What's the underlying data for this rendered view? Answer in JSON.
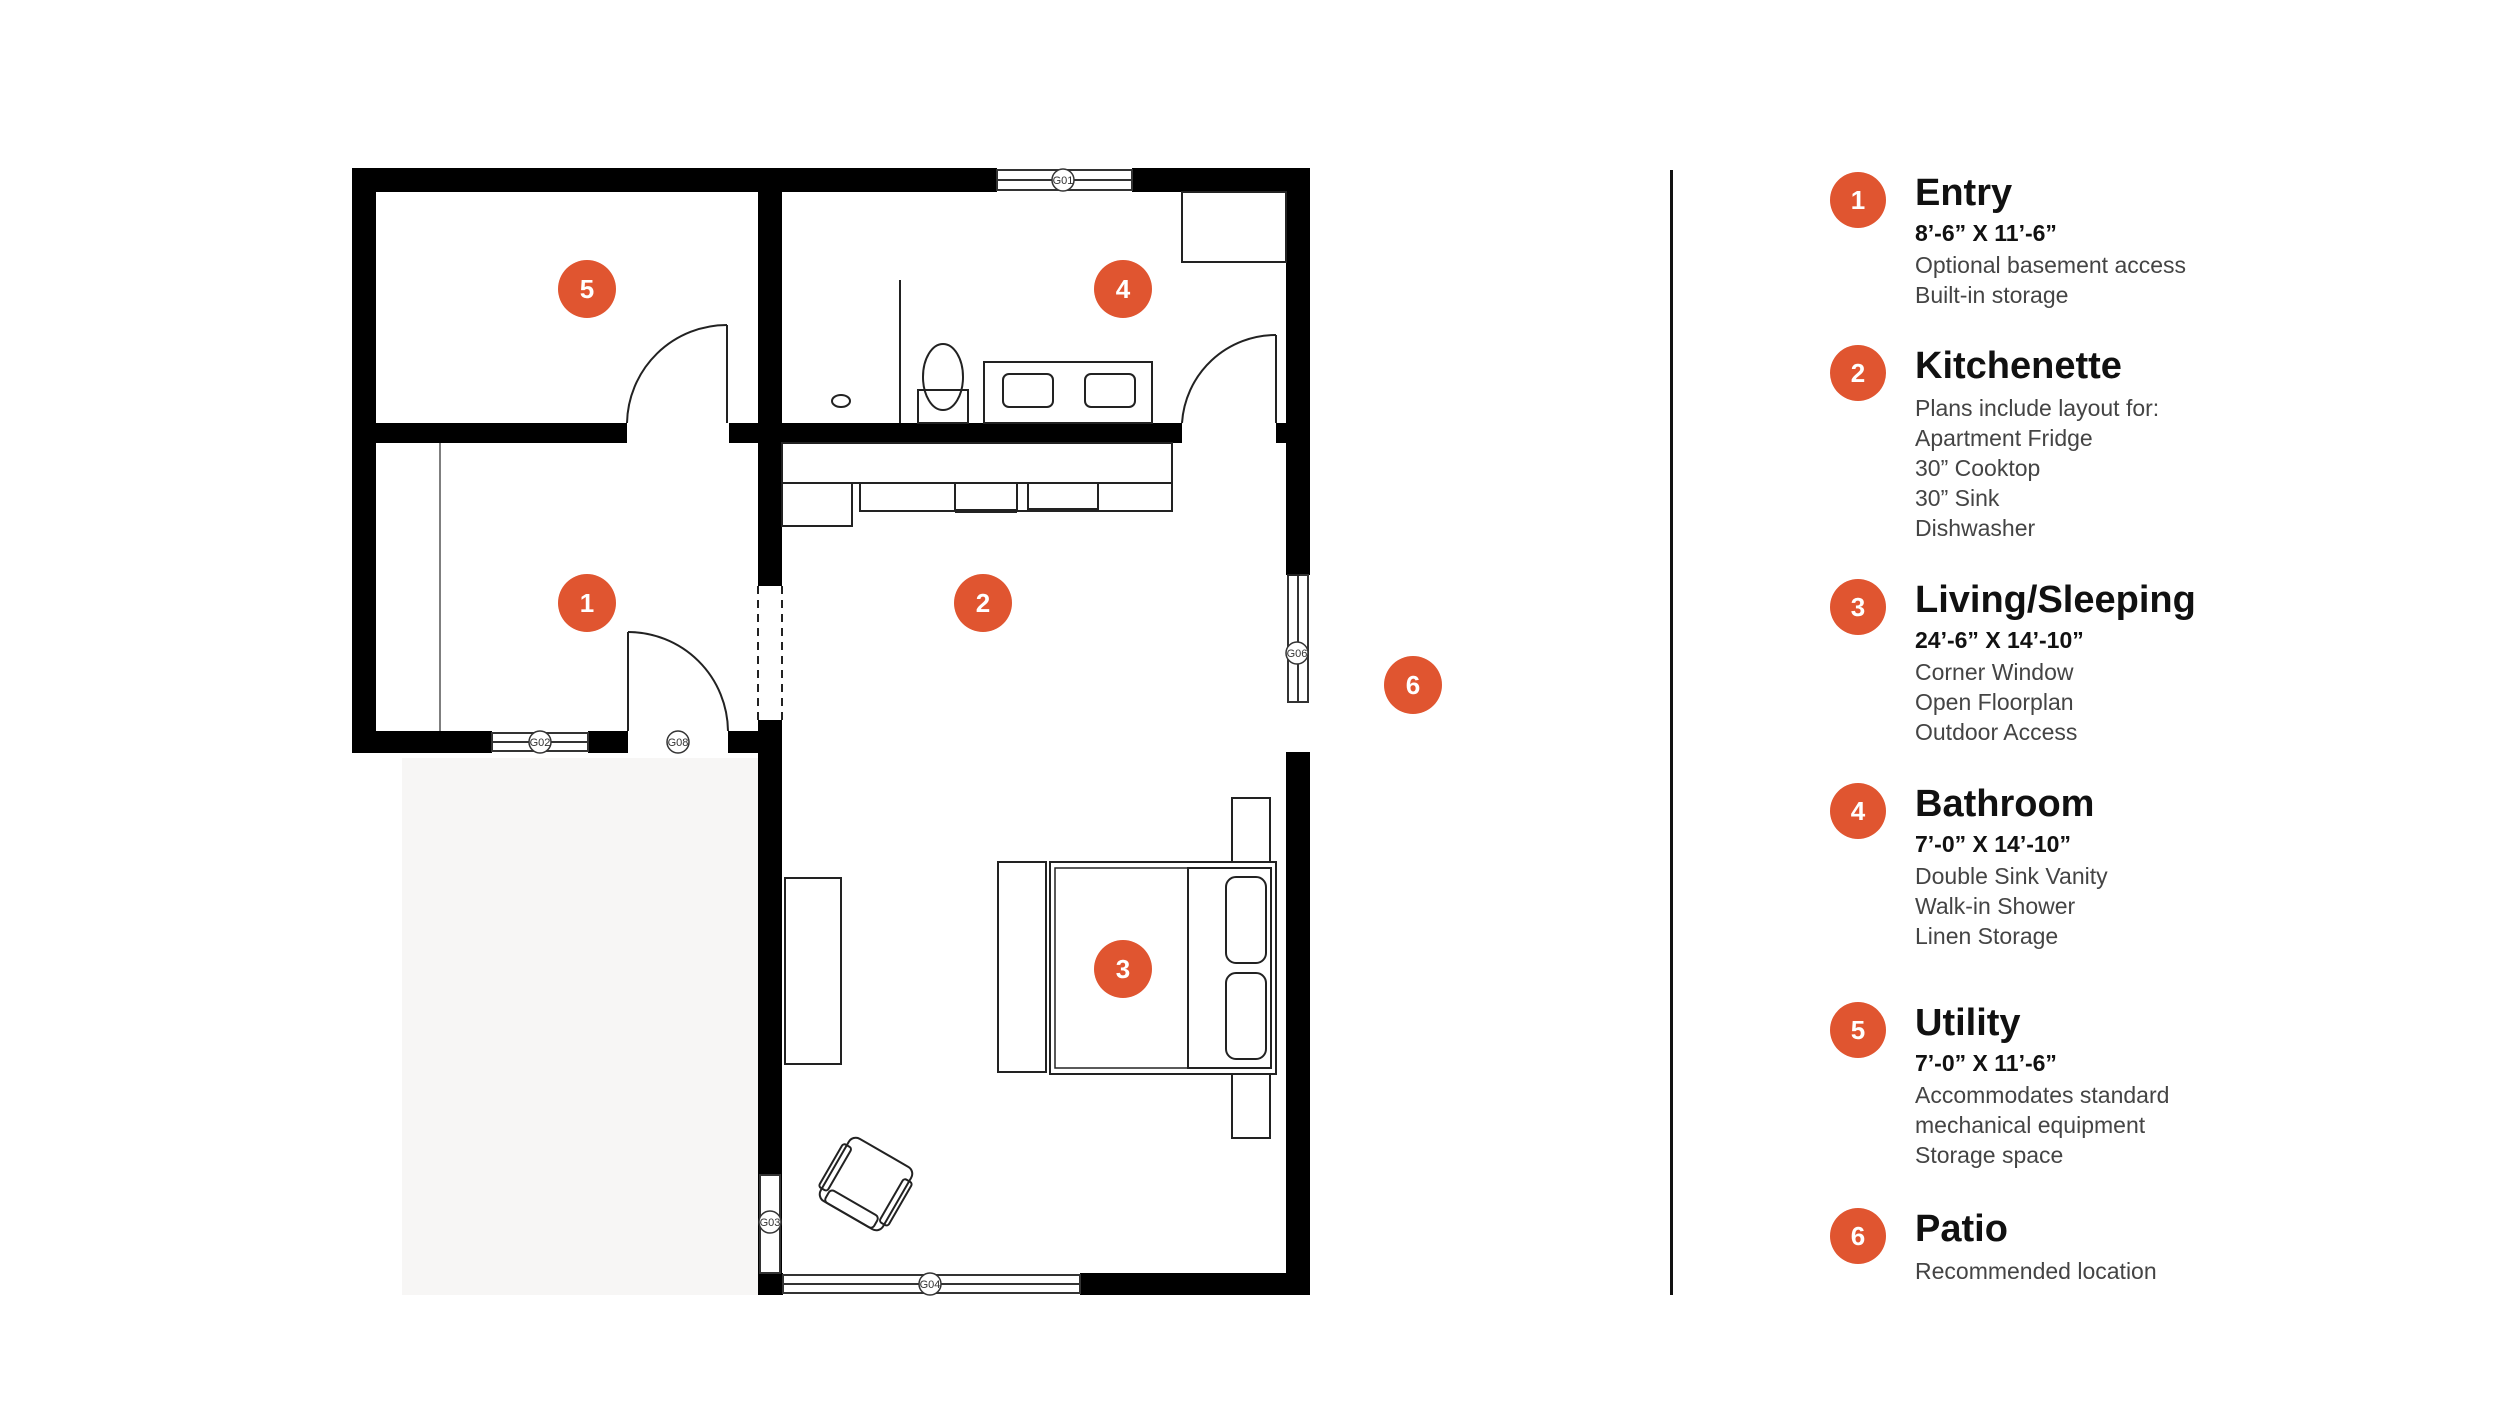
{
  "colors": {
    "accent": "#e05530",
    "wall": "#000000",
    "patio": "#f7f6f5"
  },
  "markers": {
    "utility": "5",
    "bathroom": "4",
    "entry": "1",
    "kitchenette": "2",
    "living": "3",
    "patio": "6"
  },
  "door_tags": {
    "top_window": "G01",
    "entry_window": "G02",
    "entry_door": "G08",
    "east_window": "G06",
    "west_window": "G03",
    "south_window": "G04"
  },
  "legend": {
    "entry": {
      "num": "1",
      "title": "Entry",
      "dims": "8’-6” X 11’-6”",
      "details": [
        "Optional basement access",
        "Built-in storage"
      ]
    },
    "kitchenette": {
      "num": "2",
      "title": "Kitchenette",
      "dims": "",
      "details": [
        "Plans include layout for:",
        "Apartment Fridge",
        "30” Cooktop",
        "30” Sink",
        "Dishwasher"
      ]
    },
    "living": {
      "num": "3",
      "title": "Living/Sleeping",
      "dims": "24’-6” X 14’-10”",
      "details": [
        "Corner Window",
        "Open Floorplan",
        "Outdoor Access"
      ]
    },
    "bathroom": {
      "num": "4",
      "title": "Bathroom",
      "dims": "7’-0” X 14’-10”",
      "details": [
        "Double Sink Vanity",
        "Walk-in Shower",
        "Linen Storage"
      ]
    },
    "utility": {
      "num": "5",
      "title": "Utility",
      "dims": "7’-0” X 11’-6”",
      "details": [
        "Accommodates standard",
        "mechanical equipment",
        "Storage space"
      ]
    },
    "patio": {
      "num": "6",
      "title": "Patio",
      "dims": "",
      "details": [
        "Recommended location"
      ]
    }
  }
}
